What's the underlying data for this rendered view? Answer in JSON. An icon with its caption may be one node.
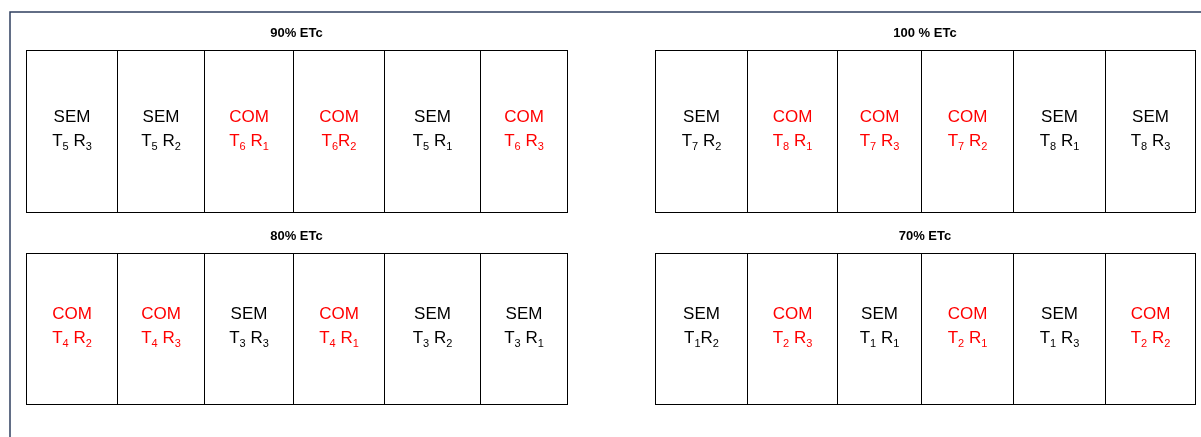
{
  "diagram": {
    "nodes": [
      {
        "text": [
          "90% ETc"
        ]
      },
      {
        "text": [
          "SEM",
          "T$_{5}$ R$_{3}$"
        ],
        "in": 0
      },
      {
        "text": [
          "SEM",
          "T$_{5}$ R$_{2}$"
        ],
        "in": 0
      },
      {
        "text": [
          "COM",
          "T$_{6}$ R$_{1}$"
        ],
        "in": 0
      },
      {
        "text": [
          "COM",
          "T$_{6}$R$_{2}$"
        ],
        "in": 0
      },
      {
        "text": [
          "SEM",
          "T$_{5}$ R$_{1}$"
        ],
        "in": 0
      },
      {
        "text": [
          "COM",
          "T$_{6}$ R$_{3}$"
        ],
        "in": 0
      },
      {
        "text": [
          "100 % ETc"
        ]
      },
      {
        "text": [
          "SEM",
          "T$_{7}$ R$_{2}$"
        ],
        "in": 7
      },
      {
        "text": [
          "COM",
          "T$_{8}$ R$_{1}$"
        ],
        "in": 7
      },
      {
        "text": [
          "COM",
          "T$_{7}$ R$_{3}$"
        ],
        "in": 7
      },
      {
        "text": [
          "COM",
          "T$_{7}$ R$_{2}$"
        ],
        "in": 7
      },
      {
        "text": [
          "SEM",
          "T$_{8}$ R$_{1}$"
        ],
        "in": 7
      },
      {
        "text": [
          "SEM",
          "T$_{8}$ R$_{3}$"
        ],
        "in": 7
      },
      {
        "text": [
          "80% ETc"
        ]
      },
      {
        "text": [
          "COM",
          "T$_{4}$ R$_{2}$"
        ],
        "in": 14
      },
      {
        "text": [
          "COM",
          "T$_{4}$ R$_{3}$"
        ],
        "in": 14
      },
      {
        "text": [
          "SEM",
          "T$_{3}$ R$_{3}$"
        ],
        "in": 14
      },
      {
        "text": [
          "COM",
          "T$_{4}$ R$_{1}$"
        ],
        "in": 14
      },
      {
        "text": [
          "SEM",
          "T$_{3}$ R$_{2}$"
        ],
        "in": 14
      },
      {
        "text": [
          "SEM",
          "T$_{3}$ R$_{1}$"
        ],
        "in": 14
      },
      {
        "text": [
          "70% ETc"
        ]
      },
      {
        "text": [
          "SEM",
          "T$_{1}$R$_{2}$"
        ],
        "in": 21
      },
      {
        "text": [
          "COM",
          "T$_{2}$ R$_{3}$"
        ],
        "in": 21
      },
      {
        "text": [
          "SEM",
          "T$_{1}$ R$_{1}$"
        ],
        "in": 21
      },
      {
        "text": [
          "COM",
          "T$_{2}$ R$_{1}$"
        ],
        "in": 21
      },
      {
        "text": [
          "SEM",
          "T$_{1}$ R$_{3}$"
        ],
        "in": 21
      },
      {
        "text": [
          "COM",
          "T$_{2}$ R$_{2}$"
        ],
        "in": 21
      }
    ]
  }
}
